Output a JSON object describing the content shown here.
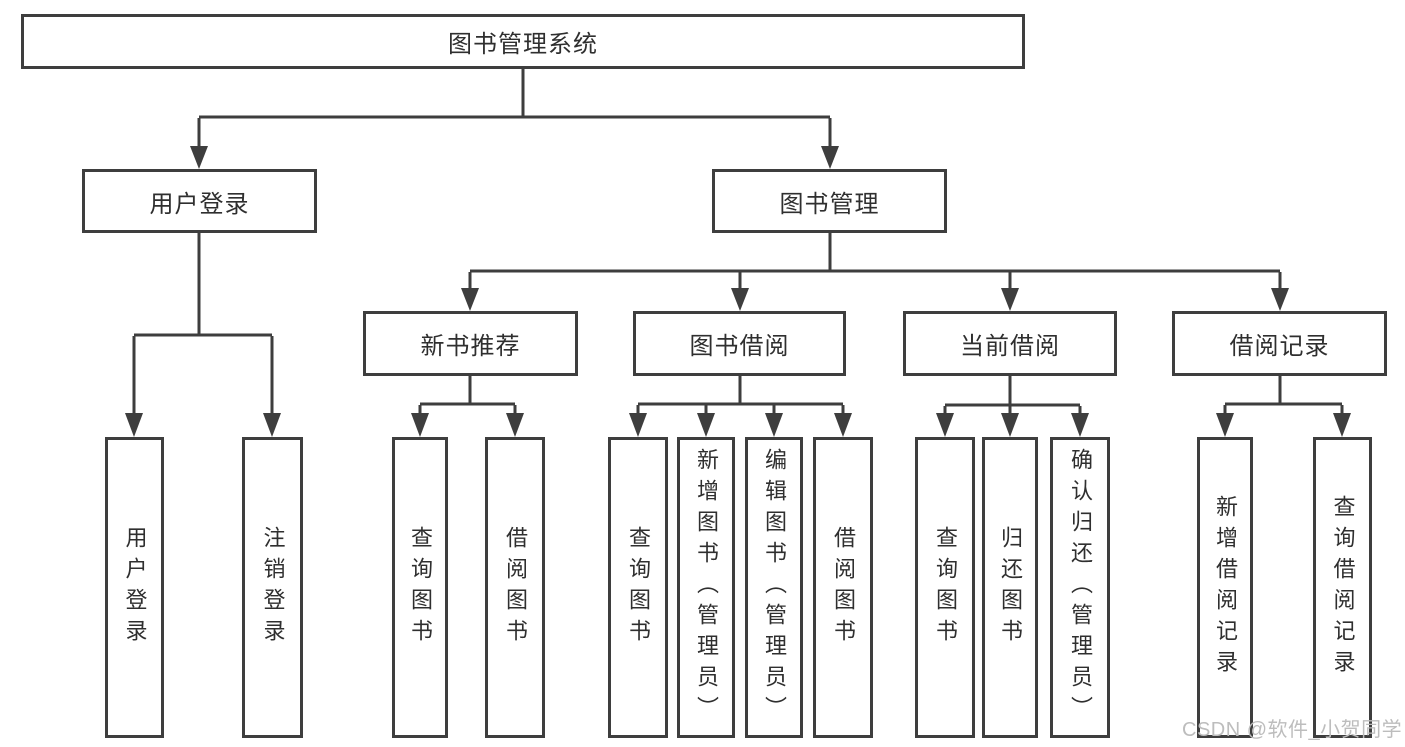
{
  "diagram": {
    "type": "tree",
    "orientation": "top-down",
    "colors": {
      "line": "#3e3e3e",
      "border": "#3e3e3e",
      "text": "#2f2f2f",
      "background": "#ffffff",
      "watermark_text_color": "#bdbdbd"
    }
  },
  "tree": {
    "label": "图书管理系统",
    "children": [
      {
        "label": "用户登录",
        "children": [
          {
            "label": "用户登录"
          },
          {
            "label": "注销登录"
          }
        ]
      },
      {
        "label": "图书管理",
        "children": [
          {
            "label": "新书推荐",
            "children": [
              {
                "label": "查询图书"
              },
              {
                "label": "借阅图书"
              }
            ]
          },
          {
            "label": "图书借阅",
            "children": [
              {
                "label": "查询图书"
              },
              {
                "label": "新增图书（管理员）"
              },
              {
                "label": "编辑图书（管理员）"
              },
              {
                "label": "借阅图书"
              }
            ]
          },
          {
            "label": "当前借阅",
            "children": [
              {
                "label": "查询图书"
              },
              {
                "label": "归还图书"
              },
              {
                "label": "确认归还（管理员）"
              }
            ]
          },
          {
            "label": "借阅记录",
            "children": [
              {
                "label": "新增借阅记录"
              },
              {
                "label": "查询借阅记录"
              }
            ]
          }
        ]
      }
    ]
  },
  "watermark": {
    "text": "CSDN @软件_小贺同学"
  }
}
